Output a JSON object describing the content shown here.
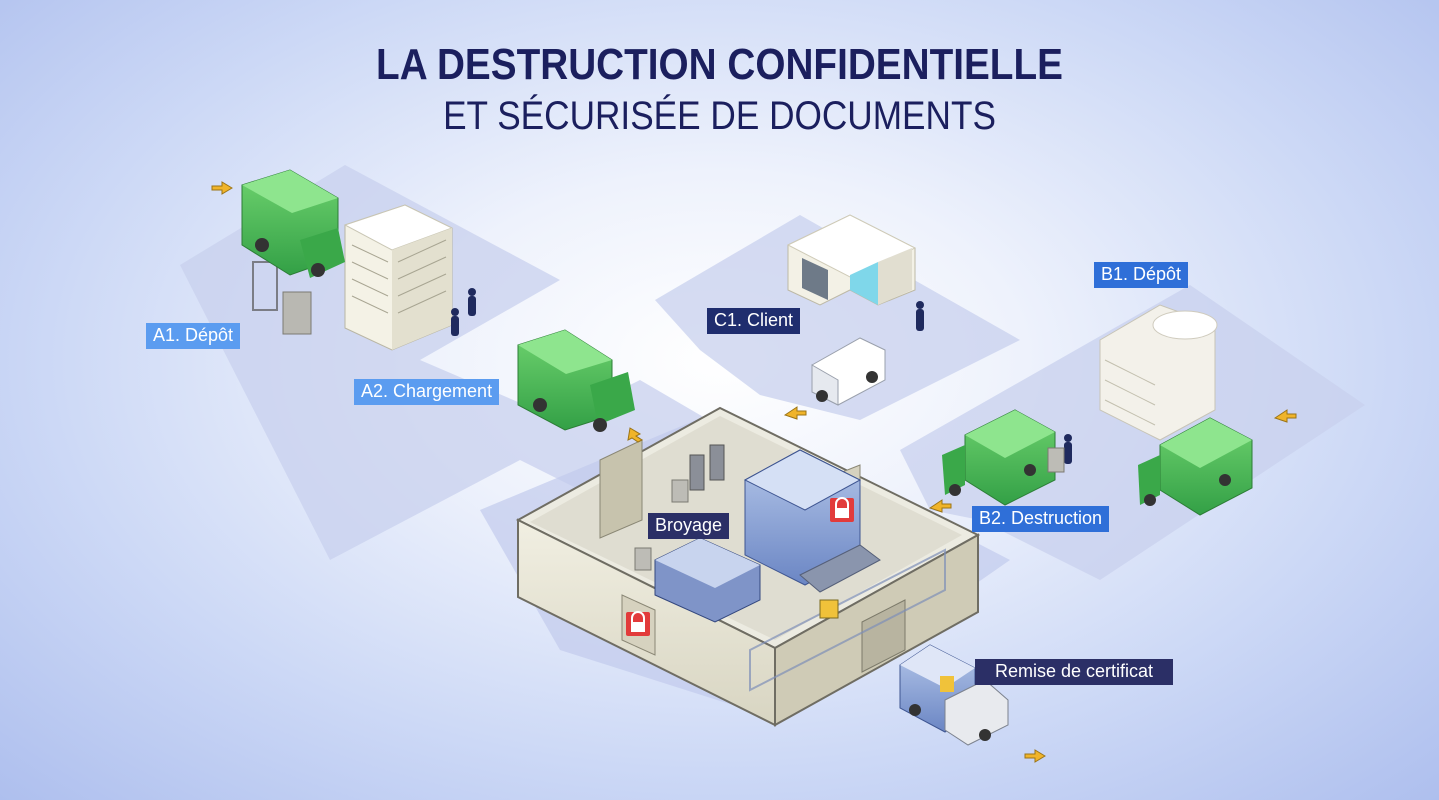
{
  "title": {
    "line1": "LA DESTRUCTION CONFIDENTIELLE",
    "line2": "ET SÉCURISÉE DE DOCUMENTS"
  },
  "labels": {
    "a1": "A1. Dépôt",
    "a2": "A2. Chargement",
    "c1": "C1. Client",
    "b1": "B1. Dépôt",
    "b2": "B2. Destruction",
    "broyage": "Broyage",
    "certificat": "Remise de certificat"
  },
  "colors": {
    "truck_green": "#4fbf57",
    "label_light": "#5b9cf0",
    "label_mid": "#2f6fd8",
    "label_dark": "#1f2d6e",
    "lock_red": "#e23b3b",
    "arrow_yellow": "#f0b42a"
  },
  "icons": [
    "lock-icon",
    "arrow-icon",
    "truck-icon",
    "van-icon",
    "building-icon",
    "person-icon"
  ]
}
